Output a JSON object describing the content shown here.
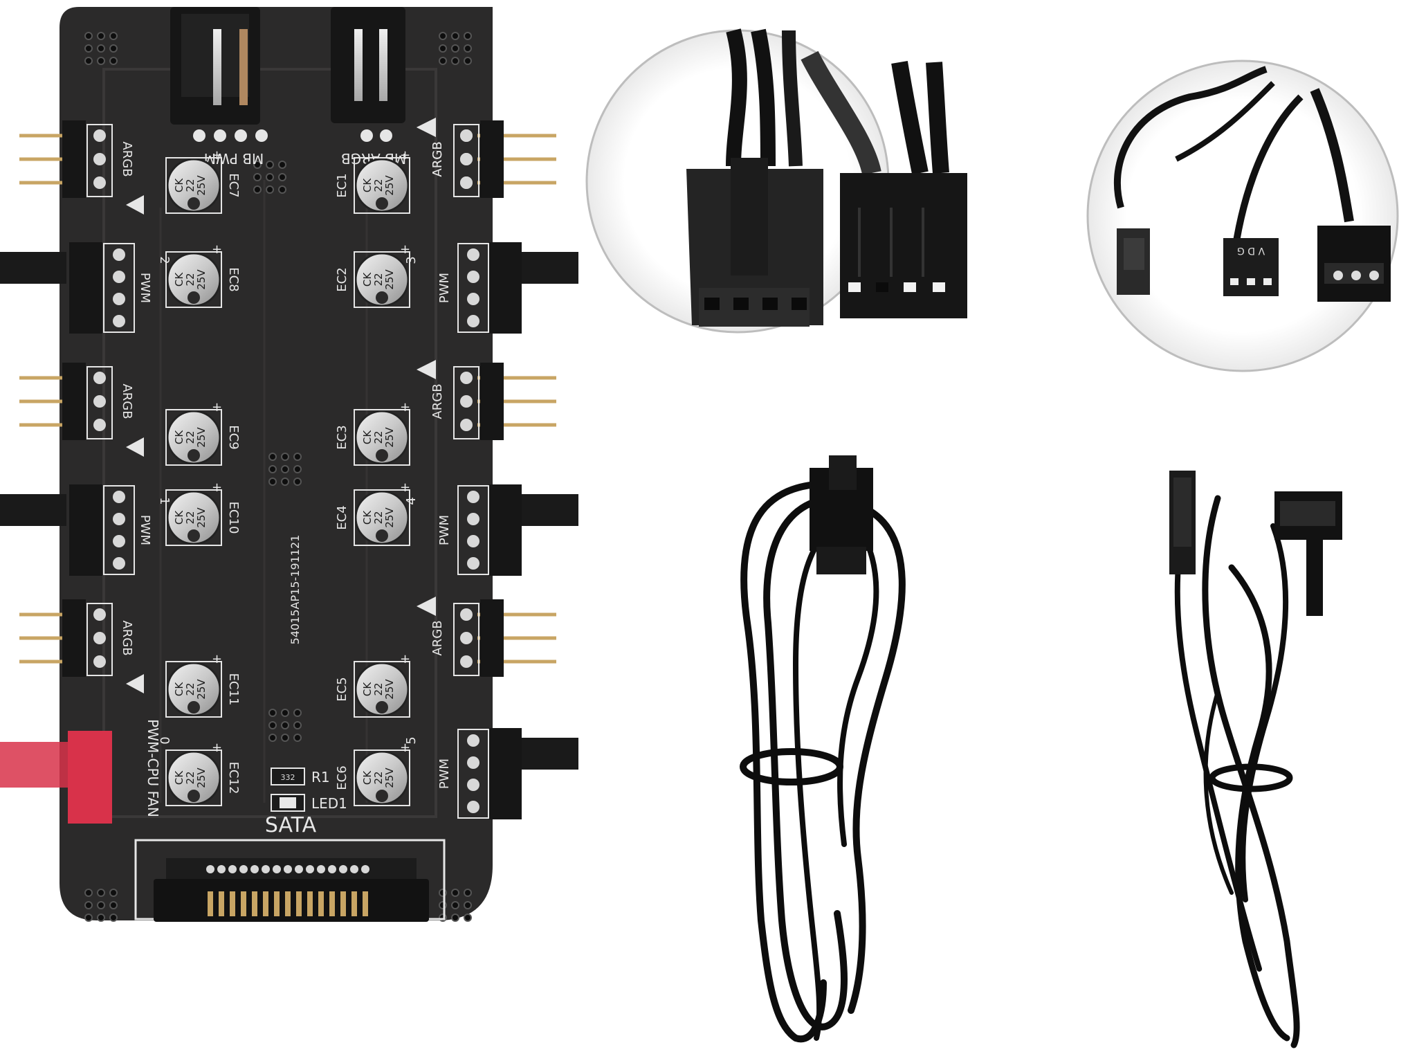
{
  "board": {
    "mb_pwm": "MB PWM",
    "mb_argb": "MB ARGB",
    "sata": "SATA",
    "pcb_code": "54015AP15-191121",
    "r1": "R1",
    "led1": "LED1",
    "smd_code": "332",
    "cpu_fan": "PWM-CPU FAN",
    "argb_label": "ARGB",
    "pwm_label": "PWM",
    "cap_brand": "CK",
    "cap_value": "22",
    "cap_voltage": "25V",
    "caps": [
      "EC7",
      "EC1",
      "EC8",
      "EC2",
      "EC9",
      "EC3",
      "EC10",
      "EC4",
      "EC11",
      "EC5",
      "EC12",
      "EC6"
    ],
    "port_numbers": [
      "2",
      "3",
      "1",
      "4",
      "0",
      "5"
    ]
  },
  "cable_label": "V D G",
  "colors": {
    "pcb": "#2b2a2a",
    "pcb_dark": "#1a1a1a",
    "connector": "#161616",
    "cpu_header": "#d8324a",
    "pin_gold": "#c8a564",
    "cap_silver": "#c9c9c9"
  }
}
